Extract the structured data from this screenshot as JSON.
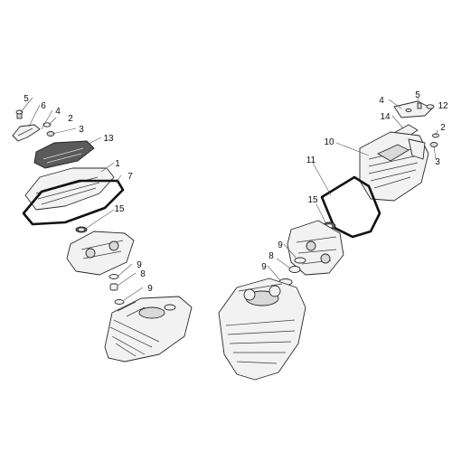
{
  "callouts": {
    "left": [
      {
        "label": "5"
      },
      {
        "label": "6"
      },
      {
        "label": "4"
      },
      {
        "label": "2"
      },
      {
        "label": "3"
      },
      {
        "label": "13"
      },
      {
        "label": "1"
      },
      {
        "label": "7"
      },
      {
        "label": "15"
      },
      {
        "label": "9"
      },
      {
        "label": "8"
      },
      {
        "label": "9"
      }
    ],
    "right": [
      {
        "label": "4"
      },
      {
        "label": "5"
      },
      {
        "label": "12"
      },
      {
        "label": "14"
      },
      {
        "label": "2"
      },
      {
        "label": "3"
      },
      {
        "label": "10"
      },
      {
        "label": "11"
      },
      {
        "label": "15"
      },
      {
        "label": "9"
      },
      {
        "label": "8"
      },
      {
        "label": "9"
      }
    ]
  }
}
